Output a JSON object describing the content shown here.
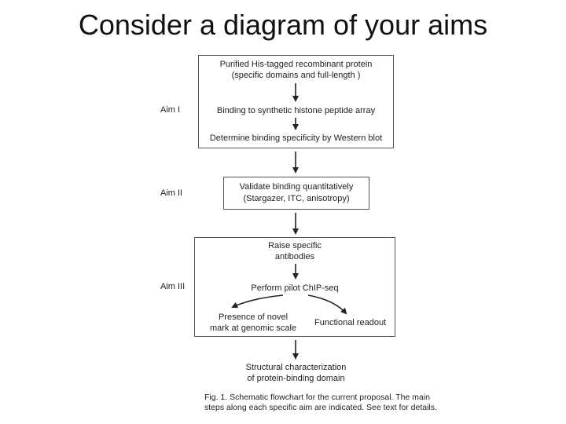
{
  "slide": {
    "title": "Consider a diagram of your aims"
  },
  "flowchart": {
    "aims": {
      "aim1": "Aim I",
      "aim2": "Aim II",
      "aim3": "Aim III"
    },
    "box1": {
      "step1_line1": "Purified His-tagged recombinant protein",
      "step1_line2": "(specific domains and full-length )",
      "step2": "Binding to synthetic histone peptide array",
      "step3": "Determine binding specificity by Western blot"
    },
    "box2": {
      "line1": "Validate binding quantitatively",
      "line2": "(Stargazer, ITC, anisotropy)"
    },
    "box3": {
      "raise_line1": "Raise specific",
      "raise_line2": "antibodies",
      "chip": "Perform pilot ChIP-seq",
      "novel_line1": "Presence of novel",
      "novel_line2": "mark at genomic scale",
      "functional": "Functional readout"
    },
    "final": {
      "line1": "Structural characterization",
      "line2": "of protein-binding domain"
    },
    "caption": {
      "line1": "Fig. 1. Schematic flowchart for the current proposal. The main",
      "line2": "steps along each specific aim are indicated.  See text for details."
    }
  }
}
